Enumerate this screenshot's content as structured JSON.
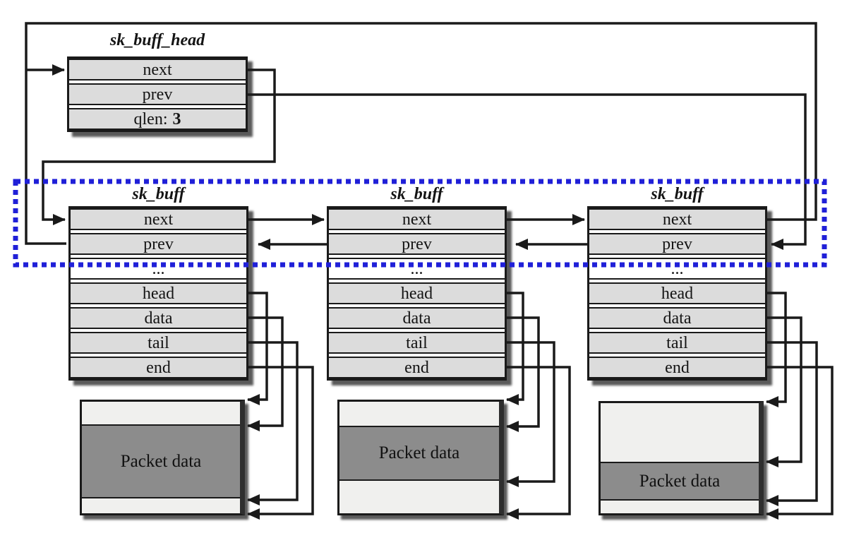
{
  "head_struct": {
    "title": "sk_buff_head",
    "fields": [
      "next",
      "prev"
    ],
    "qlen_label": "qlen:",
    "qlen_value": "3"
  },
  "skbuffs": [
    {
      "title": "sk_buff",
      "fields": [
        "next",
        "prev",
        "...",
        "head",
        "data",
        "tail",
        "end"
      ]
    },
    {
      "title": "sk_buff",
      "fields": [
        "next",
        "prev",
        "...",
        "head",
        "data",
        "tail",
        "end"
      ]
    },
    {
      "title": "sk_buff",
      "fields": [
        "next",
        "prev",
        "...",
        "head",
        "data",
        "tail",
        "end"
      ]
    }
  ],
  "buffers": [
    {
      "label": "Packet data"
    },
    {
      "label": "Packet data"
    },
    {
      "label": "Packet data"
    }
  ],
  "colors": {
    "highlight_blue": "#2020d8",
    "row_fill": "#dcdcdc",
    "buffer_light": "#f0f0ee",
    "buffer_dark": "#8c8c8c",
    "line": "#1a1a1a"
  }
}
